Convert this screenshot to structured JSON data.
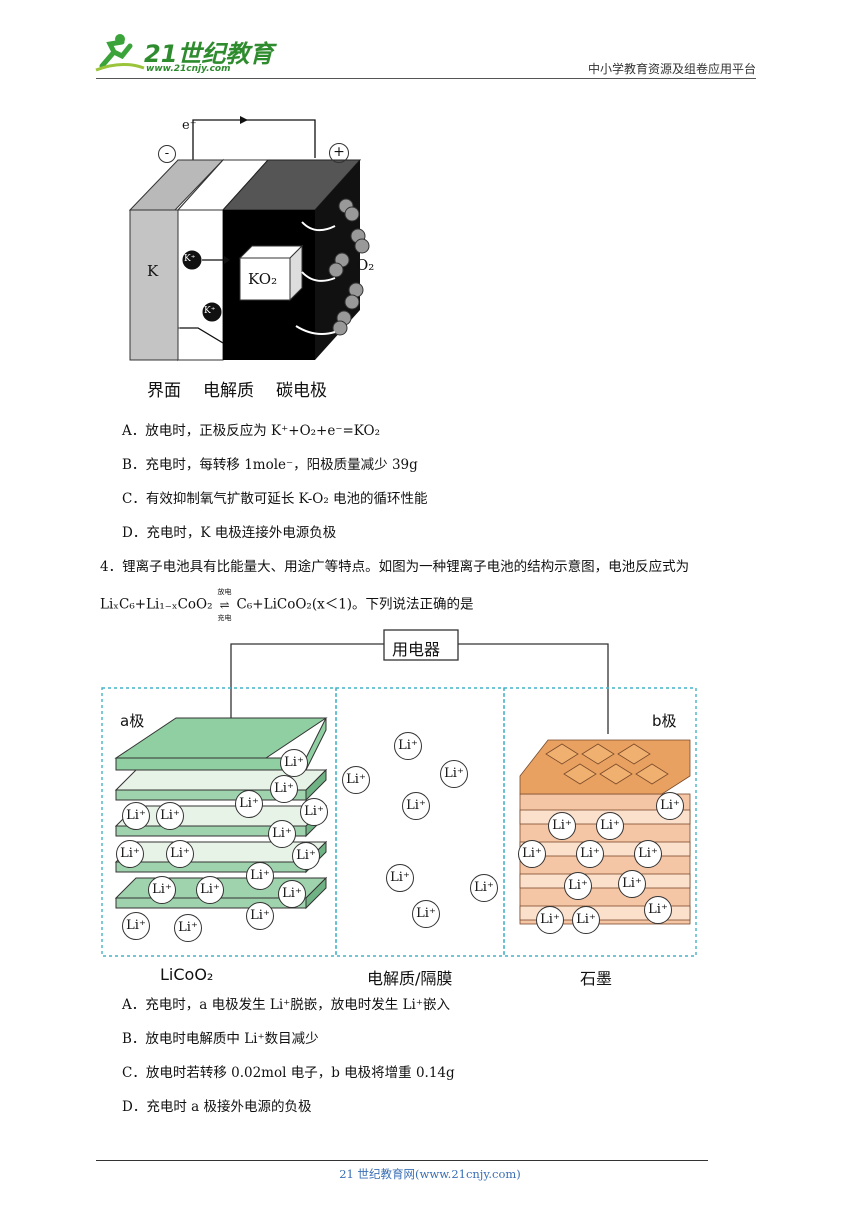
{
  "header": {
    "logo_text": "21世纪教育",
    "logo_url": "www.21cnjy.com",
    "right_text": "中小学教育资源及组卷应用平台"
  },
  "diagram1": {
    "electron_label": "e⁻",
    "minus": "-",
    "plus": "+",
    "k_label": "K",
    "k_ion": "K⁺",
    "ko2_label": "KO₂",
    "o2_label": "O₂",
    "bottom_labels": [
      "界面",
      "电解质",
      "碳电极"
    ]
  },
  "q3_options": {
    "A": "A．放电时，正极反应为 K⁺+O₂+e⁻=KO₂",
    "B": "B．充电时，每转移 1mole⁻，阳极质量减少 39g",
    "C": "C．有效抑制氧气扩散可延长 K-O₂ 电池的循环性能",
    "D": "D．充电时，K 电极连接外电源负极"
  },
  "q4": {
    "line1": "4．锂离子电池具有比能量大、用途广等特点。如图为一种锂离子电池的结构示意图，电池反应式为",
    "line2_left": "LiₓC₆+Li₁₋ₓCoO₂",
    "arrow_top": "放电",
    "arrow_bottom": "充电",
    "line2_right": "C₆+LiCoO₂(x＜1)。下列说法正确的是"
  },
  "diagram2": {
    "device_label": "用电器",
    "a_label": "a极",
    "b_label": "b极",
    "ion_label": "Li⁺",
    "bottom_labels": [
      "LiCoO₂",
      "电解质/隔膜",
      "石墨"
    ]
  },
  "q4_options": {
    "A": "A．充电时，a 电极发生 Li⁺脱嵌，放电时发生 Li⁺嵌入",
    "B": "B．放电时电解质中 Li⁺数目减少",
    "C": "C．放电时若转移 0.02mol 电子，b 电极将增重 0.14g",
    "D": "D．充电时 a 极接外电源的负极"
  },
  "footer": {
    "text": "21 世纪教育网(www.21cnjy.com)"
  }
}
